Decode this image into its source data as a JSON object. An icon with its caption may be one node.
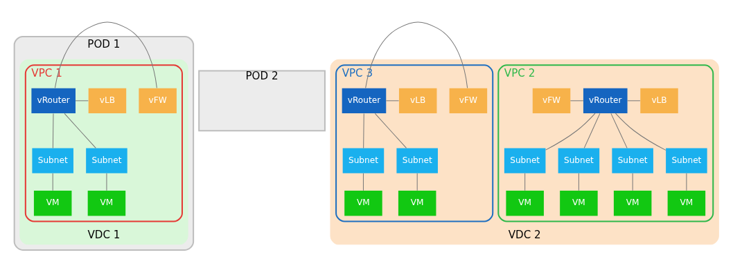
{
  "diagram": {
    "nodes": [
      {
        "text": [
          "POD 1"
        ]
      },
      {
        "text": [
          "POD 2"
        ]
      },
      {
        "text": [
          "VDC 1"
        ],
        "in": 0
      },
      {
        "text": [
          "VPC 1"
        ],
        "in": 2
      },
      {
        "text": [
          "vRouter"
        ],
        "in": 3
      },
      {
        "text": [
          "vFW"
        ],
        "in": 3
      },
      {
        "text": [
          "vLB"
        ],
        "in": 3
      },
      {
        "text": [
          "Subnet"
        ],
        "in": 3
      },
      {
        "text": [
          "Subnet"
        ],
        "in": 3
      },
      {
        "text": [
          "VM"
        ],
        "in": 3
      },
      {
        "text": [
          "VM"
        ],
        "in": 3
      },
      {
        "text": [
          "VDC 2"
        ]
      },
      {
        "text": [
          "VPC 2"
        ],
        "in": 11
      },
      {
        "text": [
          "vFW"
        ],
        "in": 12
      },
      {
        "text": [
          "vRouter"
        ],
        "in": 12
      },
      {
        "text": [
          "vLB"
        ],
        "in": 12
      },
      {
        "text": [
          "Subnet"
        ],
        "in": 12
      },
      {
        "text": [
          "Subnet"
        ],
        "in": 12
      },
      {
        "text": [
          "Subnet"
        ],
        "in": 12
      },
      {
        "text": [
          "Subnet"
        ],
        "in": 12
      },
      {
        "text": [
          "VM"
        ],
        "in": 12
      },
      {
        "text": [
          "VM"
        ],
        "in": 12
      },
      {
        "text": [
          "VM"
        ],
        "in": 12
      },
      {
        "text": [
          "VM"
        ],
        "in": 12
      },
      {
        "text": [
          "VPC 3"
        ],
        "in": 11
      },
      {
        "text": [
          "vRouter"
        ],
        "in": 24
      },
      {
        "text": [
          "vFW"
        ],
        "in": 24
      },
      {
        "text": [
          "vLB"
        ],
        "in": 24
      },
      {
        "text": [
          "Subnet"
        ],
        "in": 24
      },
      {
        "text": [
          "Subnet"
        ],
        "in": 24
      },
      {
        "text": [
          "VM"
        ],
        "in": 24
      },
      {
        "text": [
          "VM"
        ],
        "in": 24
      }
    ],
    "edges": [
      {
        "from": 4,
        "to": 5,
        "arrow": "none"
      },
      {
        "from": 4,
        "to": 6,
        "arrow": "none"
      },
      {
        "from": 4,
        "to": 7,
        "arrow": "none"
      },
      {
        "from": 4,
        "to": 8,
        "arrow": "none"
      },
      {
        "from": 7,
        "to": 9,
        "arrow": "none"
      },
      {
        "from": 8,
        "to": 10,
        "arrow": "none"
      },
      {
        "from": 13,
        "to": 14,
        "arrow": "none"
      },
      {
        "from": 14,
        "to": 15,
        "arrow": "none"
      },
      {
        "from": 14,
        "to": 16,
        "arrow": "none"
      },
      {
        "from": 14,
        "to": 17,
        "arrow": "none"
      },
      {
        "from": 14,
        "to": 18,
        "arrow": "none"
      },
      {
        "from": 14,
        "to": 19,
        "arrow": "none"
      },
      {
        "from": 16,
        "to": 20,
        "arrow": "none"
      },
      {
        "from": 17,
        "to": 21,
        "arrow": "none"
      },
      {
        "from": 18,
        "to": 22,
        "arrow": "none"
      },
      {
        "from": 19,
        "to": 23,
        "arrow": "none"
      },
      {
        "from": 25,
        "to": 26,
        "arrow": "none"
      },
      {
        "from": 25,
        "to": 27,
        "arrow": "none"
      },
      {
        "from": 25,
        "to": 28,
        "arrow": "none"
      },
      {
        "from": 25,
        "to": 29,
        "arrow": "none"
      },
      {
        "from": 28,
        "to": 30,
        "arrow": "none"
      },
      {
        "from": 29,
        "to": 31,
        "arrow": "none"
      }
    ]
  }
}
